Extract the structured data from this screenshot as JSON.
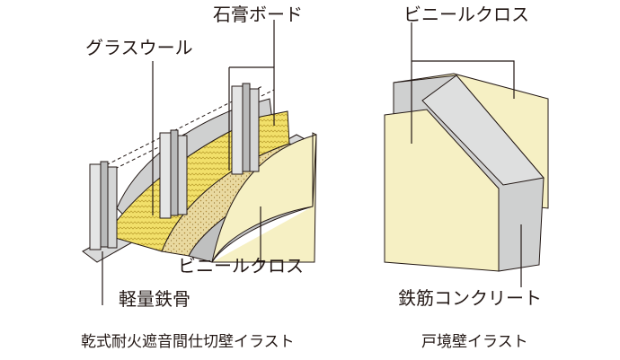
{
  "left_figure": {
    "labels": {
      "gypsum_board": "石膏ボード",
      "glass_wool": "グラスウール",
      "vinyl_cloth": "ビニールクロス",
      "light_steel": "軽量鉄骨"
    },
    "caption": "乾式耐火遮音間仕切壁イラスト"
  },
  "right_figure": {
    "labels": {
      "vinyl_cloth": "ビニールクロス",
      "rc": "鉄筋コンクリート"
    },
    "caption": "戸境壁イラスト"
  },
  "colors": {
    "cream": "#f6f0c4",
    "yellow": "#f2e06a",
    "gray": "#cfd0d0",
    "dark_gray": "#9fa0a0",
    "line": "#231815"
  }
}
